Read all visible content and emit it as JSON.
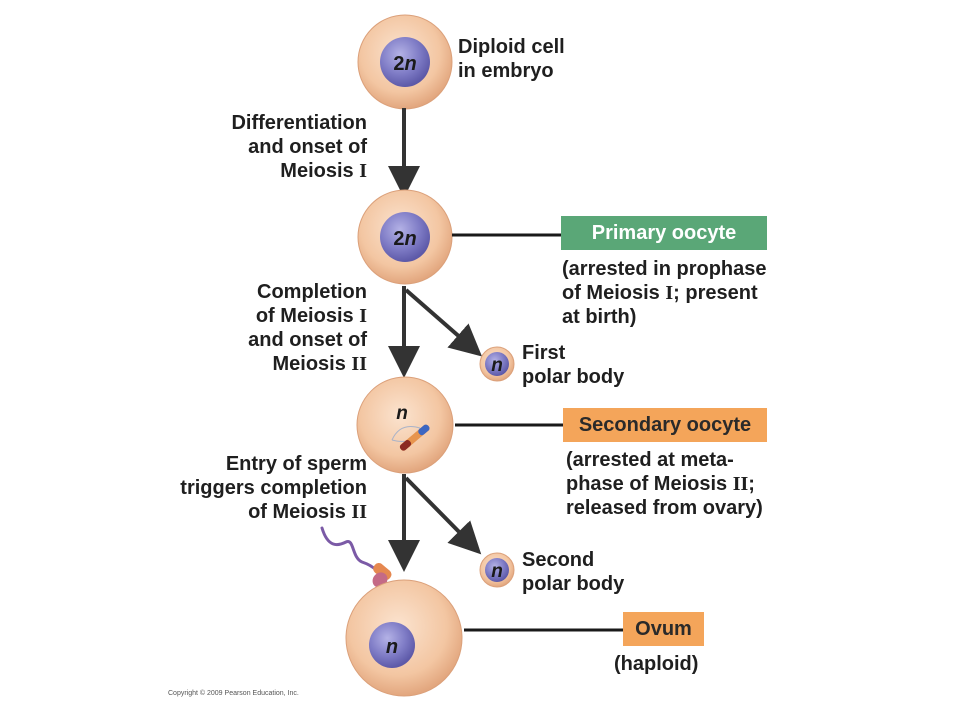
{
  "diagram": {
    "cells": [
      {
        "ploidy_num": "2",
        "ploidy_var": "n",
        "label_line1": "Diploid cell",
        "label_line2": "in embryo"
      },
      {
        "ploidy_num": "2",
        "ploidy_var": "n",
        "tag": "Primary oocyte",
        "note_line1": "(arrested in prophase",
        "note_line2a": "of Meiosis ",
        "note_line2_roman": "I",
        "note_line2b": "; present",
        "note_line3": "at birth)"
      },
      {
        "ploidy_var": "n",
        "tag": "Secondary oocyte",
        "note_line1": "(arrested at meta-",
        "note_line2a": "phase of Meiosis ",
        "note_line2_roman": "II",
        "note_line2b": ";",
        "note_line3": "released from ovary)"
      },
      {
        "ploidy_var": "n",
        "tag": "Ovum",
        "note": "(haploid)"
      }
    ],
    "steps": [
      {
        "line1": "Differentiation",
        "line2": "and onset of",
        "line3a": "Meiosis ",
        "line3_roman": "I"
      },
      {
        "line1": "Completion",
        "line2a": "of Meiosis ",
        "line2_roman": "I",
        "line3": "and onset of",
        "line4a": "Meiosis ",
        "line4_roman": "II"
      },
      {
        "line1": "Entry of sperm",
        "line2": "triggers completion",
        "line3a": "of Meiosis ",
        "line3_roman": "II"
      }
    ],
    "polar_bodies": [
      {
        "ploidy_var": "n",
        "line1": "First",
        "line2": "polar body"
      },
      {
        "ploidy_var": "n",
        "line1": "Second",
        "line2": "polar body"
      }
    ],
    "copyright": "Copyright © 2009 Pearson Education, Inc."
  },
  "colors": {
    "cell_fill": "#f3c9a6",
    "cell_edge": "#d9a27c",
    "nucleus": "#7b78c0",
    "arrow": "#333333",
    "tag_green": "#5aa777",
    "tag_orange": "#f4a55a"
  }
}
